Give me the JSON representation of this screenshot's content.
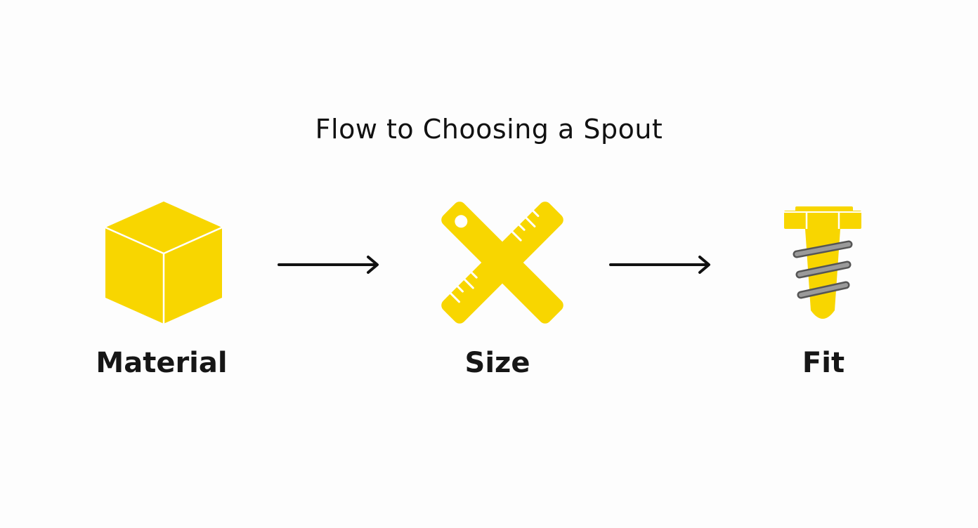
{
  "title": "Flow to Choosing a Spout",
  "steps": [
    {
      "label": "Material",
      "icon": "cube-icon"
    },
    {
      "label": "Size",
      "icon": "crossed-rulers-icon"
    },
    {
      "label": "Fit",
      "icon": "screw-icon"
    }
  ],
  "connectors": [
    "arrow-right-icon",
    "arrow-right-icon"
  ],
  "colors": {
    "accent": "#F8D600",
    "text": "#161616",
    "arrow": "#111111",
    "thread": "#7a7a7a",
    "background": "#fdfdfd"
  }
}
